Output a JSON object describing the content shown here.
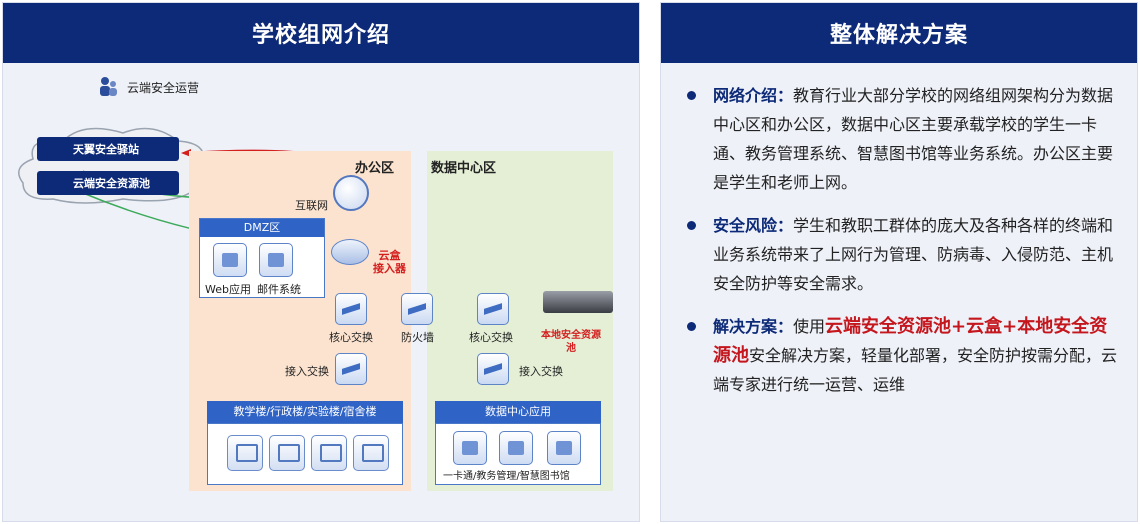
{
  "left": {
    "title": "学校组网介绍",
    "cloud_ops": "云端安全运营",
    "cloud_items": [
      "天翼安全驿站",
      "云端安全资源池"
    ],
    "internet": "互联网",
    "zone_office": "办公区",
    "zone_dc": "数据中心区",
    "dmz": {
      "title": "DMZ区",
      "items": [
        "Web应用",
        "邮件系统"
      ]
    },
    "cloud_box": "云盒\n接入器",
    "core_switch_1": "核心交换",
    "firewall": "防火墙",
    "core_switch_2": "核心交换",
    "access_switch_1": "接入交换",
    "access_switch_2": "接入交换",
    "local_pool": "本地安全资源\n池",
    "buildings": "教学楼/行政楼/实验楼/宿舍楼",
    "dc_apps": "数据中心应用",
    "dc_app_items": "一卡通/教务管理/智慧图书馆"
  },
  "right": {
    "title": "整体解决方案",
    "bullets": [
      {
        "head": "网络介绍：",
        "text": "教育行业大部分学校的网络组网架构分为数据中心区和办公区，数据中心区主要承载学校的学生一卡通、教务管理系统、智慧图书馆等业务系统。办公区主要是学生和老师上网。"
      },
      {
        "head": "安全风险：",
        "text": "学生和教职工群体的庞大及各种各样的终端和业务系统带来了上网行为管理、防病毒、入侵防范、主机安全防护等安全需求。"
      },
      {
        "head": "解决方案：",
        "pre": "使用",
        "highlight": "云端安全资源池+云盒+本地安全资源池",
        "text": "安全解决方案，轻量化部署，安全防护按需分配，云端专家进行统一运营、运维"
      }
    ]
  },
  "colors": {
    "navy": "#0d2a78",
    "red": "#d41f1f",
    "office_bg": "#fbe3cf",
    "dc_bg": "#e4efd6"
  }
}
